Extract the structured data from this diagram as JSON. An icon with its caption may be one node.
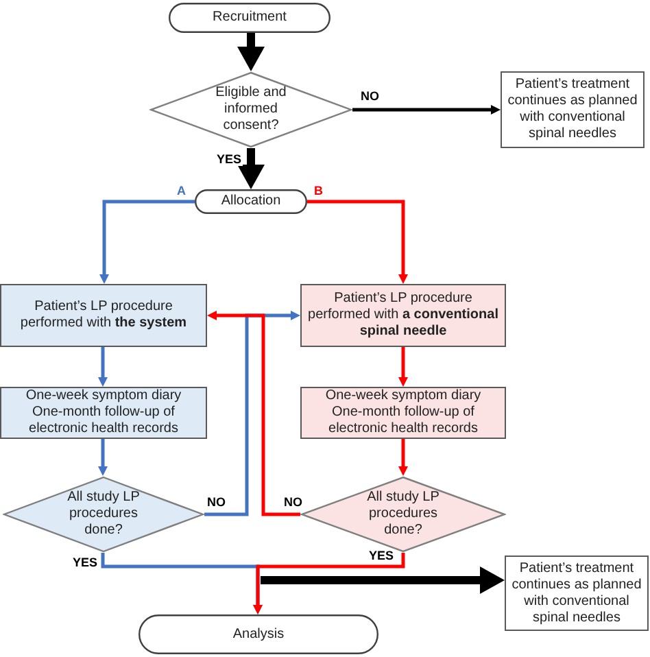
{
  "diagram": {
    "nodes": [
      {
        "text": [
          "Recruitment"
        ]
      },
      {
        "text": [
          "Eligible and informed consent?"
        ]
      },
      {
        "text": [
          "Patient’s treatment continues as planned with conventional spinal needles"
        ]
      },
      {
        "text": [
          "Allocation"
        ]
      },
      {
        "text": [
          "Patient’s LP procedure performed with **the system**"
        ]
      },
      {
        "text": [
          "Patient’s LP procedure performed with **a conventional spinal needle**"
        ]
      },
      {
        "text": [
          "One-week symptom diary One-month follow-up of electronic health records"
        ]
      },
      {
        "text": [
          "One-week symptom diary One-month follow-up of electronic health records"
        ]
      },
      {
        "text": [
          "All study LP procedures done?"
        ]
      },
      {
        "text": [
          "All study LP procedures done?"
        ]
      },
      {
        "text": [
          "Analysis"
        ]
      },
      {
        "text": [
          "Patient’s treatment continues as planned with conventional spinal needles"
        ]
      }
    ],
    "edges": [
      {
        "from": 0,
        "to": 1,
        "arrow": "to",
        "style": "thick",
        "color": "#000000"
      },
      {
        "from": 1,
        "to": 2,
        "arrow": "to",
        "label": "NO",
        "color": "#000000"
      },
      {
        "from": 1,
        "to": 3,
        "arrow": "to",
        "label": "YES",
        "style": "thick",
        "color": "#000000"
      },
      {
        "from": 3,
        "to": 4,
        "arrow": "to",
        "label": "A",
        "color": "#4472c4"
      },
      {
        "from": 3,
        "to": 5,
        "arrow": "to",
        "label": "B",
        "color": "#ff0000"
      },
      {
        "from": 4,
        "to": 6,
        "arrow": "to",
        "color": "#4472c4"
      },
      {
        "from": 6,
        "to": 8,
        "arrow": "to",
        "color": "#4472c4"
      },
      {
        "from": 5,
        "to": 7,
        "arrow": "to",
        "color": "#ff0000"
      },
      {
        "from": 7,
        "to": 9,
        "arrow": "to",
        "color": "#ff0000"
      },
      {
        "from": 8,
        "to": 5,
        "arrow": "to",
        "label": "NO",
        "color": "#4472c4"
      },
      {
        "from": 9,
        "to": 4,
        "arrow": "to",
        "label": "NO",
        "color": "#ff0000"
      },
      {
        "from": 8,
        "to": 10,
        "arrow": "to",
        "label": "YES",
        "color": "#4472c4"
      },
      {
        "from": 9,
        "to": 10,
        "arrow": "to",
        "label": "YES",
        "color": "#ff0000"
      },
      {
        "from": null,
        "to": 11,
        "arrow": "to",
        "style": "thick",
        "color": "#000000"
      }
    ]
  }
}
